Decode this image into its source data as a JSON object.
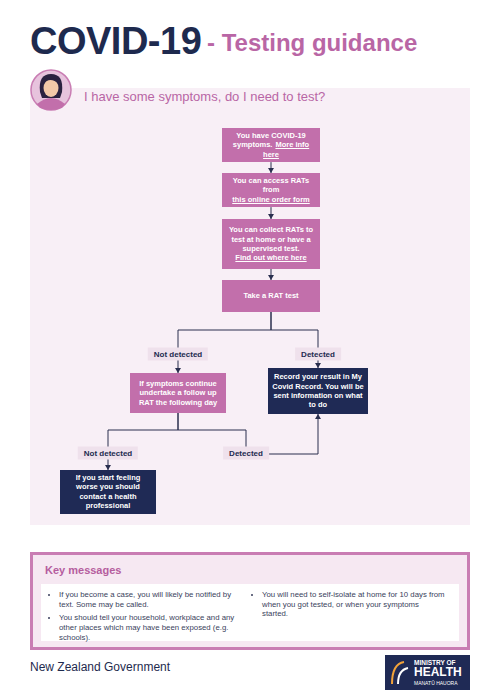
{
  "diagram": {
    "title": "COVID-19",
    "nodes": [
      {
        "text": [
          "You have COVID-19 symptoms.",
          "More info here"
        ]
      },
      {
        "text": [
          "You can access RATs from",
          "this online order form"
        ]
      },
      {
        "text": [
          "You can collect RATs to test at home or have a supervised test.",
          "Find out where here"
        ]
      },
      {
        "text": [
          "Take a RAT test"
        ]
      },
      {
        "text": [
          "If symptoms continue undertake a follow up RAT the following day"
        ]
      },
      {
        "text": [
          "Record your result in My Covid Record. You will be sent information on what to do"
        ]
      },
      {
        "text": [
          "If you start feeling worse you should contact a health professional"
        ]
      },
      {
        "text": [
          "Key messages",
          "If you become a case, you will likely be notified by text. Some may be called.",
          "You should tell your household, workplace and any other places which may have been exposed (e.g. schools).",
          "You will need to self-isolate at home for 10 days from when you got tested, or when your symptoms started."
        ]
      }
    ],
    "edges": [
      {
        "from": 0,
        "to": 1,
        "arrow": "to"
      },
      {
        "from": 1,
        "to": 2,
        "arrow": "to"
      },
      {
        "from": 2,
        "to": 3,
        "arrow": "to"
      },
      {
        "from": 3,
        "to": 4,
        "label": "Not detected",
        "arrow": "to"
      },
      {
        "from": 3,
        "to": 5,
        "label": "Detected",
        "arrow": "to"
      },
      {
        "from": 4,
        "to": 6,
        "label": "Not detected",
        "arrow": "to"
      },
      {
        "from": 4,
        "to": 5,
        "label": "Detected",
        "arrow": "to"
      }
    ],
    "labels": [
      "- Testing guidance",
      "I have some symptoms, do I need to test?",
      "New Zealand Government",
      "MINISTRY OF",
      "HEALTH",
      "MANATŪ HAUORA"
    ]
  }
}
